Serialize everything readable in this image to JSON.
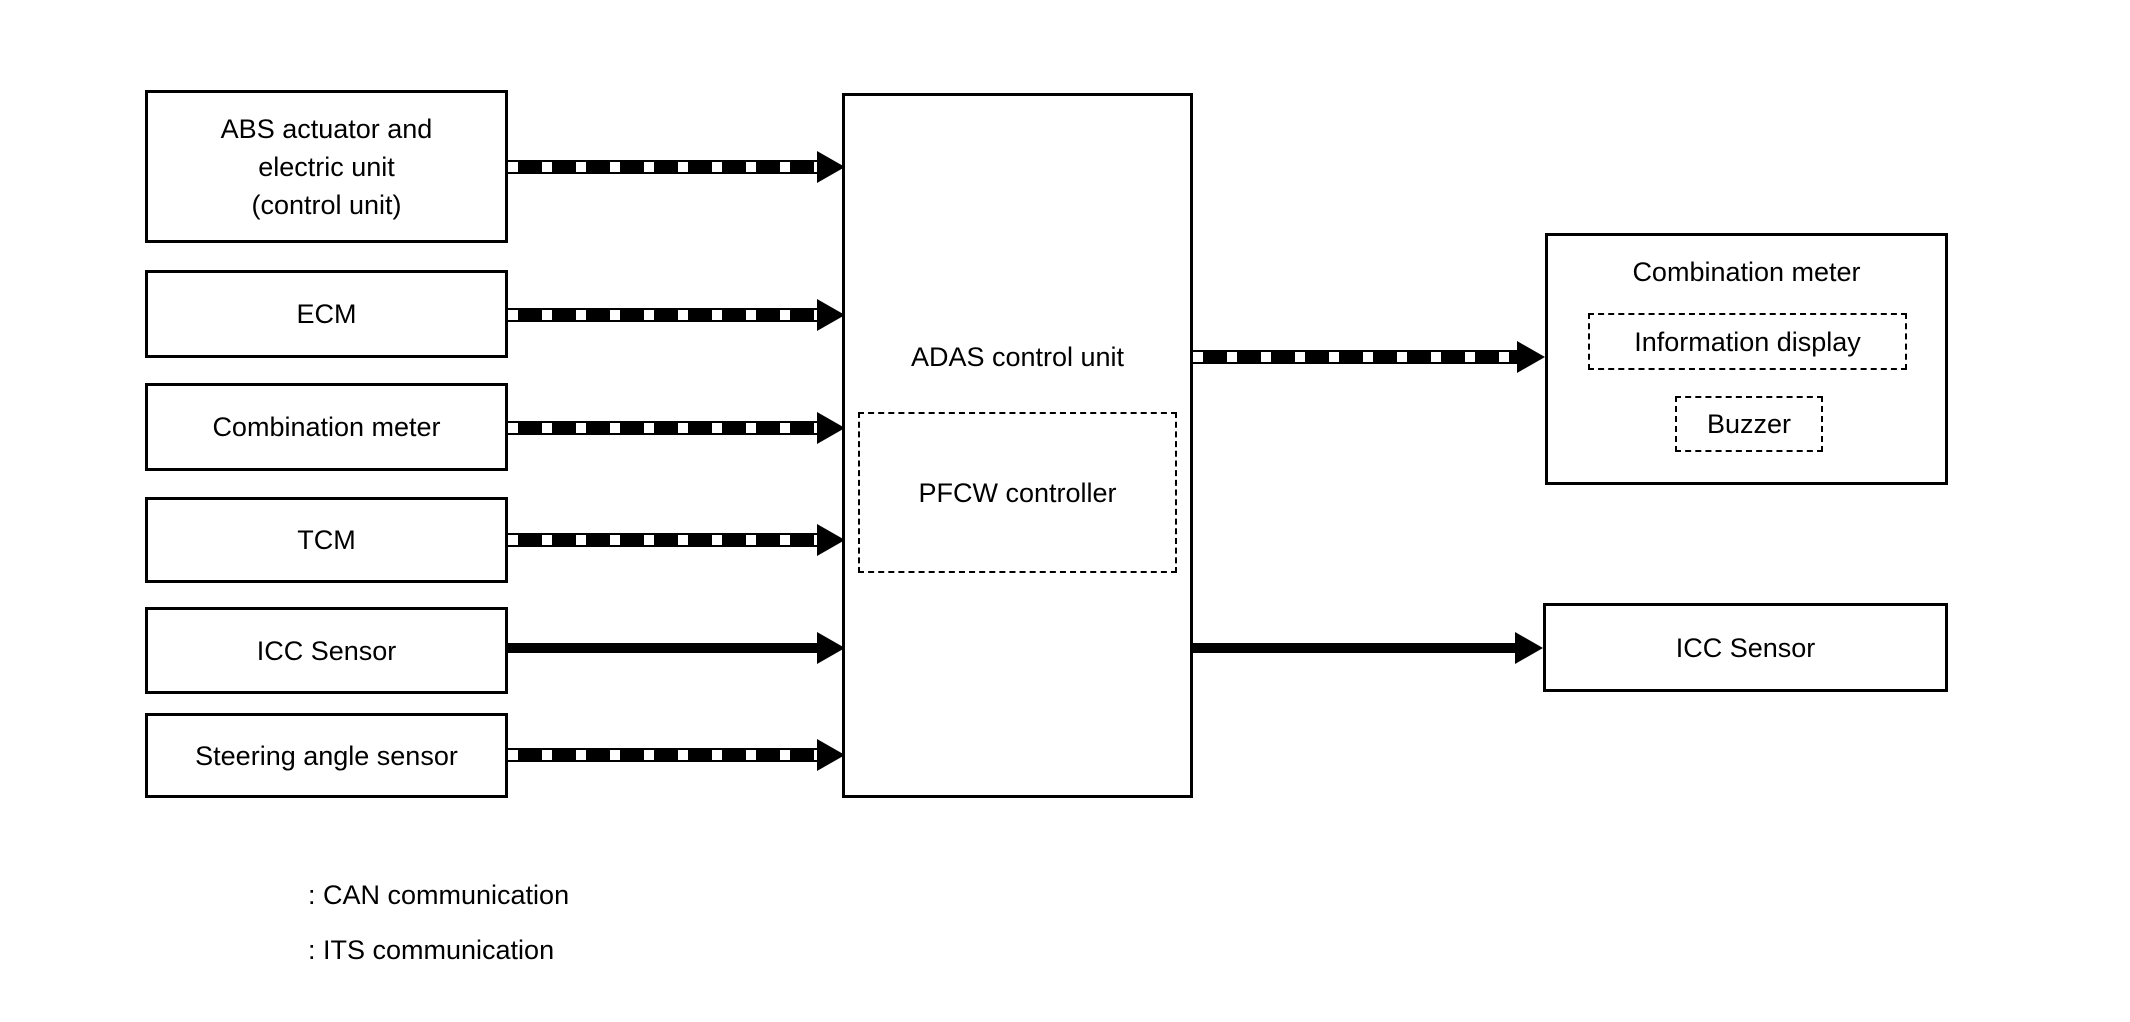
{
  "colors": {
    "background": "#ffffff",
    "line": "#000000",
    "text": "#000000"
  },
  "left_boxes": [
    {
      "label": "ABS actuator and\nelectric unit\n(control unit)"
    },
    {
      "label": "ECM"
    },
    {
      "label": "Combination meter"
    },
    {
      "label": "TCM"
    },
    {
      "label": "ICC Sensor"
    },
    {
      "label": "Steering angle sensor"
    }
  ],
  "center_box": {
    "label": "ADAS control unit",
    "inner_box": {
      "label": "PFCW controller"
    }
  },
  "right_boxes": {
    "combination_meter": {
      "label": "Combination meter",
      "information_display": "Information display",
      "buzzer": "Buzzer"
    },
    "icc_sensor": {
      "label": "ICC Sensor"
    }
  },
  "legend": [
    {
      "style": "can",
      "label": ": CAN communication"
    },
    {
      "style": "its",
      "label": ": ITS communication"
    }
  ],
  "connections": [
    {
      "from": "ABS actuator and electric unit (control unit)",
      "to": "ADAS control unit",
      "type": "CAN"
    },
    {
      "from": "ECM",
      "to": "ADAS control unit",
      "type": "CAN"
    },
    {
      "from": "Combination meter",
      "to": "ADAS control unit",
      "type": "CAN"
    },
    {
      "from": "TCM",
      "to": "ADAS control unit",
      "type": "CAN"
    },
    {
      "from": "ICC Sensor",
      "to": "ADAS control unit",
      "type": "ITS"
    },
    {
      "from": "Steering angle sensor",
      "to": "ADAS control unit",
      "type": "CAN"
    },
    {
      "from": "ADAS control unit",
      "to": "Combination meter",
      "type": "CAN"
    },
    {
      "from": "ADAS control unit",
      "to": "ICC Sensor",
      "type": "ITS"
    }
  ]
}
